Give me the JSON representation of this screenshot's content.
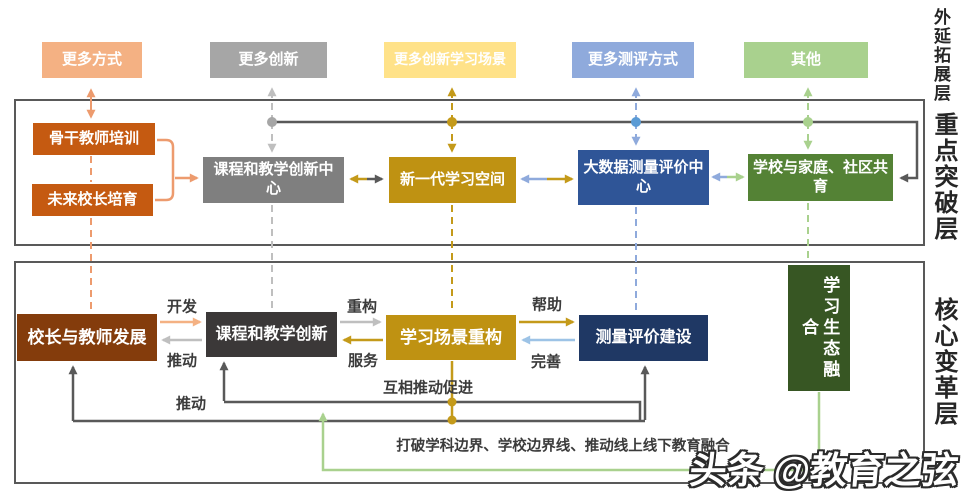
{
  "layer_labels": {
    "outer": "外延拓展层",
    "breakthrough": "重点突破层",
    "core": "核心变革层"
  },
  "top_row": [
    {
      "label": "更多方式",
      "color": "#F4B183"
    },
    {
      "label": "更多创新",
      "color": "#A6A6A6"
    },
    {
      "label": "更多创新学习场景",
      "color": "#FFE289"
    },
    {
      "label": "更多测评方式",
      "color": "#8FAADC"
    },
    {
      "label": "其他",
      "color": "#A9D18E"
    }
  ],
  "breakthrough_row": {
    "teacher_training": {
      "label": "骨干教师培训",
      "color": "#C55A11"
    },
    "future_principal": {
      "label": "未来校长培育",
      "color": "#C55A11"
    },
    "curriculum_center": {
      "label": "课程和教学创新中心",
      "color": "#7F7F7F"
    },
    "learning_space": {
      "label": "新一代学习空间",
      "color": "#BF9212"
    },
    "bigdata_center": {
      "label": "大数据测量评价中心",
      "color": "#2F5597"
    },
    "school_family": {
      "label": "学校与家庭、社区共育",
      "color": "#548235"
    }
  },
  "core_row": {
    "principal_teacher": {
      "label": "校长与教师发展",
      "color": "#843C0C"
    },
    "curriculum_innovation": {
      "label": "课程和教学创新",
      "color": "#3B3838"
    },
    "scene_rebuild": {
      "label": "学习场景重构",
      "color": "#BF9212"
    },
    "evaluation_build": {
      "label": "测量评价建设",
      "color": "#1F3864"
    },
    "ecology_fusion": {
      "label": "学习生态融合",
      "color": "#375623"
    }
  },
  "edge_labels": {
    "develop": "开发",
    "promote_left": "推动",
    "rebuild": "重构",
    "serve": "服务",
    "help": "帮助",
    "improve": "完善",
    "mutual_promote": "互相推动促进",
    "promote_bottom": "推动",
    "break_boundary": "打破学科边界、学校边界线、推动线上线下教育融合"
  },
  "watermark": "头条 @教育之弦",
  "line_colors": {
    "dark": "#595959",
    "orange_dash": "#ED9B6E",
    "gray_dash": "#BFBFBF",
    "gold": "#C49A1A",
    "light_blue": "#8FAADC",
    "pale_blue": "#9DC3E6",
    "light_green": "#A9D18E",
    "peach": "#F4B183"
  }
}
